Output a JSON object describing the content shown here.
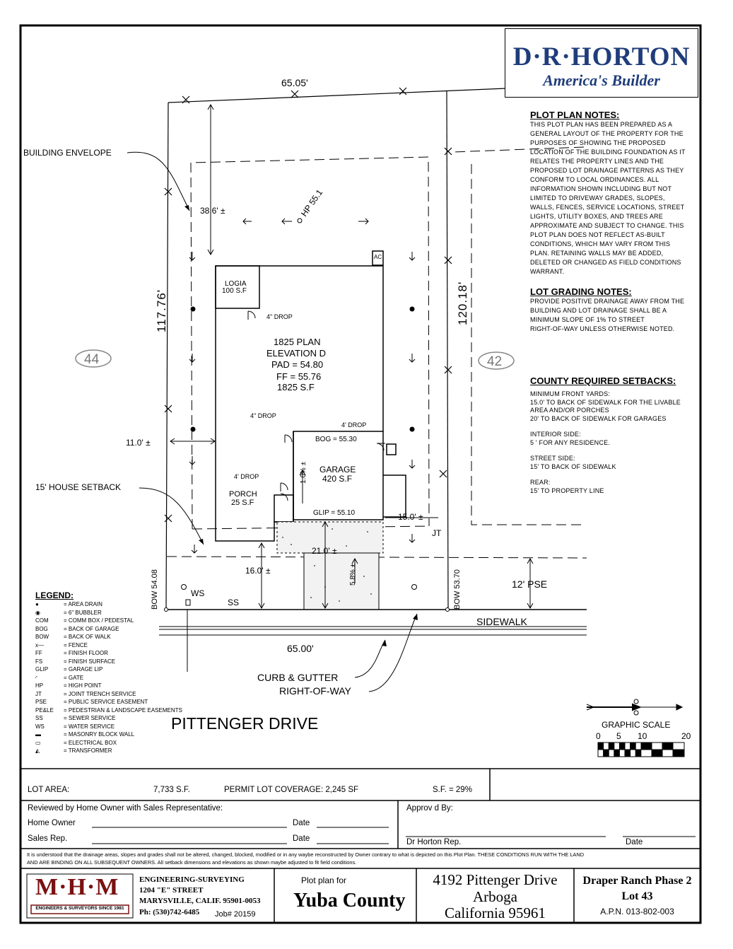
{
  "logo": {
    "brand": "D·R·HORTON",
    "tagline": "America's Builder"
  },
  "plot_notes": {
    "title": "PLOT PLAN NOTES:",
    "lines": [
      "THIS PLOT PLAN HAS BEEN PREPARED AS A",
      "GENERAL LAYOUT OF THE PROPERTY FOR THE",
      "PURPOSES OF SHOWING THE PROPOSED",
      "LOCATION OF THE BUILDING FOUNDATION AS IT",
      "RELATES THE PROPERTY LINES AND THE",
      "PROPOSED LOT DRAINAGE PATTERNS AS THEY",
      "CONFORM TO LOCAL ORDINANCES. ALL",
      "INFORMATION SHOWN INCLUDING BUT NOT",
      "LIMITED TO DRIVEWAY GRADES, SLOPES,",
      "WALLS, FENCES, SERVICE LOCATIONS, STREET",
      "LIGHTS, UTILITY BOXES, AND TREES ARE",
      "APPROXIMATE AND SUBJECT TO CHANGE. THIS",
      "PLOT PLAN DOES NOT REFLECT AS-BUILT",
      "CONDITIONS, WHICH MAY VARY FROM THIS",
      "PLAN. RETAINING WALLS MAY BE ADDED,",
      "DELETED OR CHANGED AS FIELD CONDITIONS",
      "WARRANT."
    ]
  },
  "grading_notes": {
    "title": "LOT GRADING NOTES:",
    "lines": [
      "PROVIDE POSITIVE DRAINAGE AWAY FROM THE",
      "BUILDING AND LOT DRAINAGE SHALL BE A",
      "MINIMUM SLOPE OF 1% TO STREET",
      "RIGHT-OF-WAY UNLESS OTHERWISE NOTED."
    ]
  },
  "setbacks": {
    "title": "COUNTY REQUIRED SETBACKS:",
    "lines": [
      "MINIMUM FRONT YARDS:",
      "15.0' TO BACK OF SIDEWALK FOR THE LIVABLE",
      "AREA AND/OR PORCHES",
      "20' TO BACK OF SIDEWALK FOR GARAGES",
      "",
      "INTERIOR SIDE:",
      "5 ' FOR ANY RESIDENCE.",
      "",
      "STREET SIDE:",
      "15' TO BACK OF SIDEWALK",
      "",
      "REAR:",
      "15' TO PROPERTY LINE"
    ]
  },
  "plan": {
    "dim_top": "65.05'",
    "dim_bottom": "65.00'",
    "dim_left": "117.76'",
    "dim_right": "120.18'",
    "rear_setback": "38.6' ±",
    "hp": "HP 55.1",
    "side_setback": "11.0' ±",
    "front_setback": "16.0' ±",
    "garage_setback": "21.0' ±",
    "side_right": "15.0' ±",
    "building_envelope": "BUILDING ENVELOPE",
    "house_setback": "15' HOUSE SETBACK",
    "lot_left": "44",
    "lot_right": "42",
    "logia": "LOGIA",
    "logia_sf": "100 S.F",
    "drop1": "4\" DROP",
    "drop2": "4\" DROP",
    "drop3": "4' DROP",
    "drop4": "4' DROP",
    "plan_name": "1825 PLAN",
    "elevation": "ELEVATION D",
    "pad": "PAD = 54.80",
    "ff": "FF = 55.76",
    "house_sf": "1825 S.F",
    "bog": "BOG = 55.30",
    "garage": "GARAGE",
    "garage_sf": "420 S.F",
    "slope1": "1.0% ±",
    "porch": "PORCH",
    "porch_sf": "25 S.F",
    "glip": "GLIP = 55.10",
    "ac": "AC",
    "jt": "JT",
    "slope2": "5.8% ±",
    "bow_left": "BOW 54.08",
    "bow_right": "BOW 53.70",
    "pse": "12' PSE",
    "ws": "WS",
    "ss": "SS",
    "sidewalk": "SIDEWALK",
    "curb": "CURB & GUTTER",
    "row": "RIGHT-OF-WAY",
    "street": "PITTENGER DRIVE",
    "graphic_scale": "GRAPHIC SCALE",
    "scale_ticks": [
      "0",
      "5",
      "10",
      "20"
    ]
  },
  "legend": {
    "title": "LEGEND:",
    "items": [
      {
        "sym": "●",
        "text": "= AREA DRAIN"
      },
      {
        "sym": "◉",
        "text": "= 6\" BUBBLER"
      },
      {
        "sym": "COM",
        "text": "= COMM BOX / PEDESTAL"
      },
      {
        "sym": "BOG",
        "text": "= BACK OF GARAGE"
      },
      {
        "sym": "BOW",
        "text": "= BACK OF WALK"
      },
      {
        "sym": "x—",
        "text": "= FENCE"
      },
      {
        "sym": "FF",
        "text": "= FINISH FLOOR"
      },
      {
        "sym": "FS",
        "text": "= FINISH SURFACE"
      },
      {
        "sym": "GLIP",
        "text": "= GARAGE LIP"
      },
      {
        "sym": "◜",
        "text": "= GATE"
      },
      {
        "sym": "HP",
        "text": "= HIGH POINT"
      },
      {
        "sym": "JT",
        "text": "= JOINT TRENCH SERVICE"
      },
      {
        "sym": "PSE",
        "text": "= PUBLIC SERVICE EASEMENT"
      },
      {
        "sym": "PE&LE",
        "text": "= PEDESTRIAN & LANDSCAPE EASEMENTS"
      },
      {
        "sym": "SS",
        "text": "= SEWER SERVICE"
      },
      {
        "sym": "WS",
        "text": "= WATER SERVICE"
      },
      {
        "sym": "▬",
        "text": "= MASONRY BLOCK WALL"
      },
      {
        "sym": "▭",
        "text": "= ELECTRICAL BOX"
      },
      {
        "sym": "◭",
        "text": "= TRANSFORMER"
      }
    ]
  },
  "titleblock": {
    "lot_area_label": "LOT AREA:",
    "lot_area": "7,733 S.F.",
    "coverage": "PERMIT LOT COVERAGE: 2,245 SF",
    "sf_pct": "S.F. = 29%",
    "reviewed": "Reviewed by Home Owner with Sales Representative:",
    "home_owner": "Home Owner",
    "sales_rep": "Sales Rep.",
    "date": "Date",
    "approved": "Approv d By:",
    "dr_rep": "Dr Horton Rep.",
    "disclaimer1": "It is understood that the drainage areas, slopes and grades shall not be altered, changed, blocked, modified or in any waybe reconstructed by Owner contrary to what is depicted on this Plot Plan. THESE CONDITIONS RUN WITH THE LAND",
    "disclaimer2": "AND ARE BINDING ON ALL SUBSEQUENT OWNERS. All setback dimensions and elevations as shown maybe adjusted to fit field conditions.",
    "mhm": "M·H·M",
    "mhm_sub": "ENGINEERS & SURVEYORS SINCE 1981",
    "firm1": "ENGINEERING-SURVEYING",
    "firm2": "1204 \"E\" STREET",
    "firm3": "MARYSVILLE, CALIF. 95901-0053",
    "firm4": "Ph: (530)742-6485",
    "job": "Job# 20159",
    "plot_for": "Plot plan for",
    "county": "Yuba County",
    "addr1": "4192 Pittenger Drive",
    "addr2": "Arboga",
    "addr3": "California 95961",
    "project": "Draper Ranch Phase 2",
    "lot": "Lot 43",
    "apn": "A.P.N. 013-802-003"
  }
}
